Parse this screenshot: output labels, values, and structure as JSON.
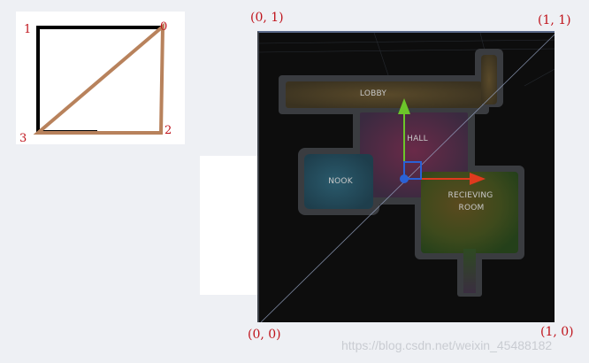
{
  "triangle_diagram": {
    "vertex_labels": [
      "0",
      "1",
      "2",
      "3"
    ],
    "line_colors": {
      "outline": "#000000",
      "triangle": "#b8825c"
    }
  },
  "uv_corners": {
    "top_left": "(0, 1)",
    "top_right": "(1, 1)",
    "bottom_left": "(0, 0)",
    "bottom_right": "(1, 0)"
  },
  "scene": {
    "rooms": [
      "LOBBY",
      "HALL",
      "NOOK",
      "RECIEVING",
      "ROOM"
    ],
    "gizmo_colors": {
      "x_axis": "#e03a1e",
      "y_axis": "#6cc62a",
      "center": "#2a62d6"
    },
    "background": "#0d0d0d"
  },
  "watermark": "https://blog.csdn.net/weixin_45488182"
}
